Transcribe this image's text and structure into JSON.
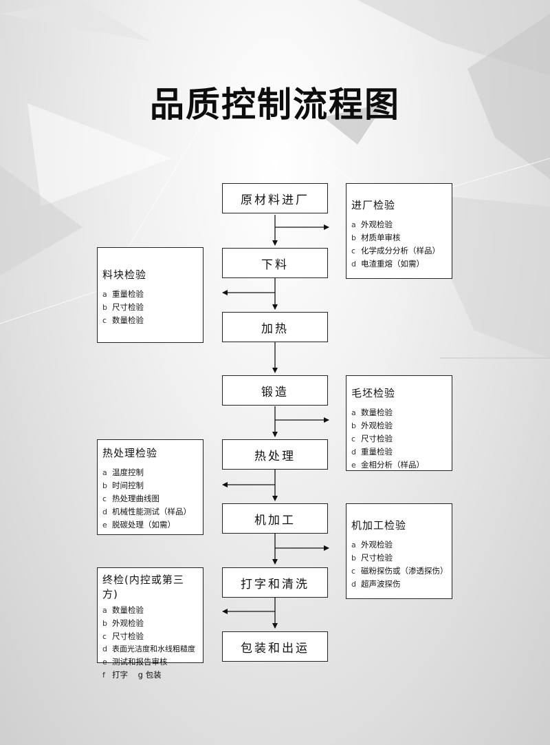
{
  "title": "品质控制流程图",
  "process_steps": [
    {
      "label": "原材料进厂"
    },
    {
      "label": "下料"
    },
    {
      "label": "加热"
    },
    {
      "label": "锻造"
    },
    {
      "label": "热处理"
    },
    {
      "label": "机加工"
    },
    {
      "label": "打字和清洗"
    },
    {
      "label": "包装和出运"
    }
  ],
  "inspections": [
    {
      "id": "incoming",
      "title": "进厂检验",
      "items": [
        {
          "key": "a",
          "text": "外观检验"
        },
        {
          "key": "b",
          "text": "材质单审核"
        },
        {
          "key": "c",
          "text": "化学成分分析（样品）"
        },
        {
          "key": "d",
          "text": "电渣重熔（如需）"
        }
      ]
    },
    {
      "id": "blank",
      "title": "料块检验",
      "items": [
        {
          "key": "a",
          "text": "重量检验"
        },
        {
          "key": "b",
          "text": "尺寸检验"
        },
        {
          "key": "c",
          "text": "数量检验"
        }
      ]
    },
    {
      "id": "forging",
      "title": "毛坯检验",
      "items": [
        {
          "key": "a",
          "text": "数量检验"
        },
        {
          "key": "b",
          "text": "外观检验"
        },
        {
          "key": "c",
          "text": "尺寸检验"
        },
        {
          "key": "d",
          "text": "重量检验"
        },
        {
          "key": "e",
          "text": "金相分析（样品）"
        }
      ]
    },
    {
      "id": "heat",
      "title": "热处理检验",
      "items": [
        {
          "key": "a",
          "text": "温度控制"
        },
        {
          "key": "b",
          "text": "时间控制"
        },
        {
          "key": "c",
          "text": "热处理曲线图"
        },
        {
          "key": "d",
          "text": "机械性能测试（样品）"
        },
        {
          "key": "e",
          "text": "脱碳处理（如需）"
        }
      ]
    },
    {
      "id": "machining",
      "title": "机加工检验",
      "items": [
        {
          "key": "a",
          "text": "外观检验"
        },
        {
          "key": "b",
          "text": "尺寸检验"
        },
        {
          "key": "c",
          "text": "磁粉探伤或（渗透探伤）"
        },
        {
          "key": "d",
          "text": "超声波探伤"
        }
      ]
    },
    {
      "id": "final",
      "title": "终检(内控或第三方)",
      "items": [
        {
          "key": "a",
          "text": "数量检验"
        },
        {
          "key": "b",
          "text": "外观检验"
        },
        {
          "key": "c",
          "text": "尺寸检验"
        },
        {
          "key": "d",
          "text": "表面光洁度和水线粗糙度"
        },
        {
          "key": "e",
          "text": "测试和报告审核"
        },
        {
          "key": "f",
          "text": "打字    g 包装"
        }
      ]
    }
  ]
}
